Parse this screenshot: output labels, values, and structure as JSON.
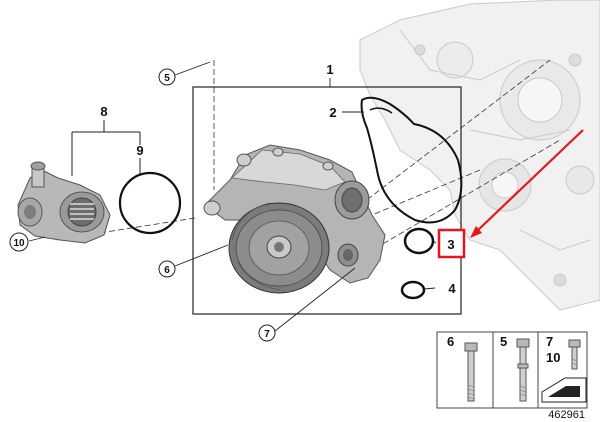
{
  "diagram": {
    "callouts": {
      "c1": "1",
      "c2": "2",
      "c3": "3",
      "c4": "4",
      "c5": "5",
      "c6": "6",
      "c7": "7",
      "c8": "8",
      "c9": "9",
      "c10": "10"
    },
    "highlight_color": "#e8161c",
    "arrow_color": "#e8161c"
  },
  "bolt_table": {
    "col_6": "6",
    "col_5": "5",
    "col_7": "7",
    "col_10": "10"
  },
  "reference_number": "462961"
}
